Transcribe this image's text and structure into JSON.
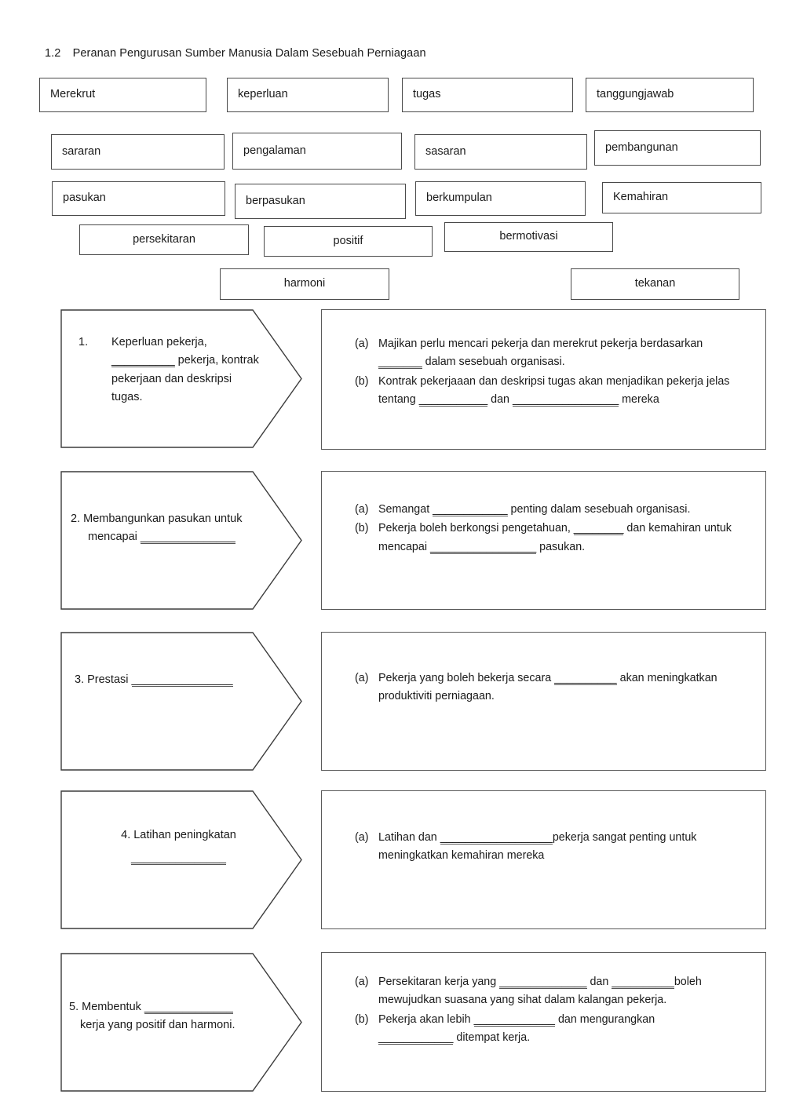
{
  "title": {
    "number": "1.2",
    "text": "Peranan Pengurusan Sumber Manusia Dalam Sesebuah Perniagaan"
  },
  "word_bank": {
    "rows": [
      [
        {
          "label": "Merekrut",
          "align": "left"
        },
        {
          "label": "keperluan",
          "align": "left"
        },
        {
          "label": "tugas",
          "align": "left"
        },
        {
          "label": "tanggungjawab",
          "align": "left"
        }
      ],
      [
        {
          "label": "sararan",
          "align": "left"
        },
        {
          "label": "pengalaman",
          "align": "left"
        },
        {
          "label": "sasaran",
          "align": "left"
        },
        {
          "label": "pembangunan",
          "align": "left"
        }
      ],
      [
        {
          "label": "pasukan",
          "align": "left"
        },
        {
          "label": "berpasukan",
          "align": "left"
        },
        {
          "label": "berkumpulan",
          "align": "left"
        },
        {
          "label": "Kemahiran",
          "align": "left"
        }
      ],
      [
        {
          "label": "persekitaran",
          "align": "center"
        },
        {
          "label": "positif",
          "align": "center"
        },
        {
          "label": "bermotivasi",
          "align": "center"
        }
      ],
      [
        {
          "label": "harmoni",
          "align": "center"
        },
        {
          "label": "tekanan",
          "align": "center"
        }
      ]
    ]
  },
  "questions": [
    {
      "number": "1.",
      "prompt_line_1": "Keperluan pekerja,",
      "prompt_line_2_blank": "__________",
      "prompt_line_2_rest": " pekerja, kontrak",
      "prompt_line_3": "pekerjaan dan deskripsi",
      "prompt_line_4": "tugas.",
      "answers": [
        {
          "marker": "(a)",
          "segments": [
            {
              "type": "text",
              "value": "Majikan perlu mencari pekerja dan merekrut pekerja berdasarkan"
            },
            {
              "type": "break"
            },
            {
              "type": "blank",
              "value": "_______"
            },
            {
              "type": "text",
              "value": " dalam sesebuah organisasi."
            }
          ]
        },
        {
          "marker": "(b)",
          "segments": [
            {
              "type": "text",
              "value": "Kontrak pekerjaaan dan deskripsi tugas akan menjadikan pekerja jelas"
            },
            {
              "type": "break"
            },
            {
              "type": "text",
              "value": "tentang "
            },
            {
              "type": "blank",
              "value": "___________"
            },
            {
              "type": "text",
              "value": " dan "
            },
            {
              "type": "blank",
              "value": "_________________"
            },
            {
              "type": "text",
              "value": " mereka"
            }
          ]
        }
      ]
    },
    {
      "number": "2.",
      "prompt_line_1": "2. Membangunkan pasukan untuk",
      "prompt_line_2_pre": "mencapai ",
      "prompt_line_2_blank": "_______________",
      "answers": [
        {
          "marker": "(a)",
          "segments": [
            {
              "type": "text",
              "value": "Semangat "
            },
            {
              "type": "blank",
              "value": "____________"
            },
            {
              "type": "text",
              "value": " penting dalam sesebuah organisasi."
            }
          ]
        },
        {
          "marker": "(b)",
          "segments": [
            {
              "type": "text",
              "value": "Pekerja boleh berkongsi pengetahuan, "
            },
            {
              "type": "blank",
              "value": "________"
            },
            {
              "type": "text",
              "value": " dan kemahiran untuk"
            },
            {
              "type": "break"
            },
            {
              "type": "text",
              "value": "mencapai "
            },
            {
              "type": "blank",
              "value": "_________________"
            },
            {
              "type": "text",
              "value": " pasukan."
            }
          ]
        }
      ]
    },
    {
      "number": "3.",
      "prompt_line_1_pre": "3.  Prestasi ",
      "prompt_line_1_blank": "________________",
      "answers": [
        {
          "marker": "(a)",
          "segments": [
            {
              "type": "text",
              "value": " Pekerja yang boleh bekerja secara "
            },
            {
              "type": "blank",
              "value": "__________"
            },
            {
              "type": "text",
              "value": " akan meningkatkan"
            },
            {
              "type": "break"
            },
            {
              "type": "text",
              "value": "produktiviti perniagaan."
            }
          ]
        }
      ]
    },
    {
      "number": "4.",
      "prompt_line_1": "4. Latihan peningkatan",
      "prompt_line_2_blank": "_______________",
      "answers": [
        {
          "marker": "(a)",
          "segments": [
            {
              "type": "text",
              "value": "Latihan dan "
            },
            {
              "type": "blank",
              "value": "__________________"
            },
            {
              "type": "text",
              "value": "pekerja sangat penting untuk"
            },
            {
              "type": "break"
            },
            {
              "type": "text",
              "value": "meningkatkan kemahiran mereka"
            }
          ]
        }
      ]
    },
    {
      "number": "5.",
      "prompt_line_1_pre": "5. Membentuk ",
      "prompt_line_1_blank": "______________",
      "prompt_line_2": "kerja yang positif dan harmoni.",
      "answers": [
        {
          "marker": "(a)",
          "segments": [
            {
              "type": "text",
              "value": "Persekitaran kerja yang "
            },
            {
              "type": "blank",
              "value": "______________"
            },
            {
              "type": "text",
              "value": " dan "
            },
            {
              "type": "blank",
              "value": "__________"
            },
            {
              "type": "text",
              "value": "boleh"
            },
            {
              "type": "break"
            },
            {
              "type": "text",
              "value": "mewujudkan suasana yang sihat dalam kalangan pekerja."
            }
          ]
        },
        {
          "marker": "(b)",
          "segments": [
            {
              "type": "text",
              "value": "Pekerja akan lebih "
            },
            {
              "type": "blank",
              "value": "_____________"
            },
            {
              "type": "text",
              "value": " dan mengurangkan"
            },
            {
              "type": "break"
            },
            {
              "type": "blank",
              "value": "____________"
            },
            {
              "type": "text",
              "value": " ditempat kerja."
            }
          ]
        }
      ]
    }
  ],
  "colors": {
    "page_background": "#ffffff",
    "text": "#1a1a1a",
    "box_border": "#4a4a4a",
    "blank_rule": "#555555"
  }
}
